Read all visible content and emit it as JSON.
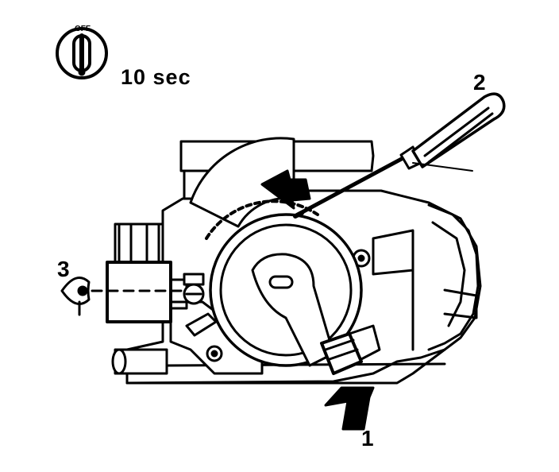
{
  "ignition": {
    "switch_label": "OFF",
    "duration": "10 sec"
  },
  "callouts": [
    {
      "label": "1",
      "name": "push-arrow"
    },
    {
      "label": "2",
      "name": "screwdriver"
    },
    {
      "label": "3",
      "name": "eye-view"
    }
  ],
  "colors": {
    "ink": "#000000",
    "paper": "#ffffff"
  }
}
